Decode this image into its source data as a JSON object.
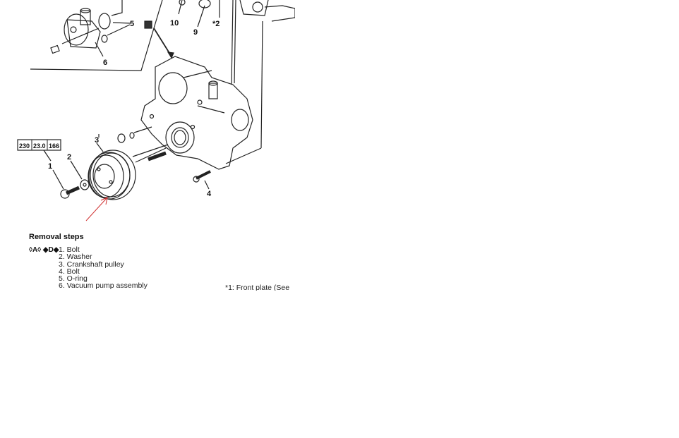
{
  "diagram": {
    "callouts": {
      "c1": "1",
      "c2": "2",
      "c3": "3",
      "c4": "4",
      "c5": "5",
      "c6": "6",
      "c9": "9",
      "c10": "10",
      "c2star": "*2"
    },
    "torque_spec": [
      "230",
      "23.0",
      "166"
    ],
    "pointer_color": "#d03030"
  },
  "removal": {
    "title": "Removal steps",
    "symbols": "◊A◊ ◆D◆",
    "steps": [
      "1. Bolt",
      "2. Washer",
      "3. Crankshaft pulley",
      "4. Bolt",
      "5. O-ring",
      "6. Vacuum pump assembly"
    ],
    "note": "*1: Front plate (See"
  }
}
